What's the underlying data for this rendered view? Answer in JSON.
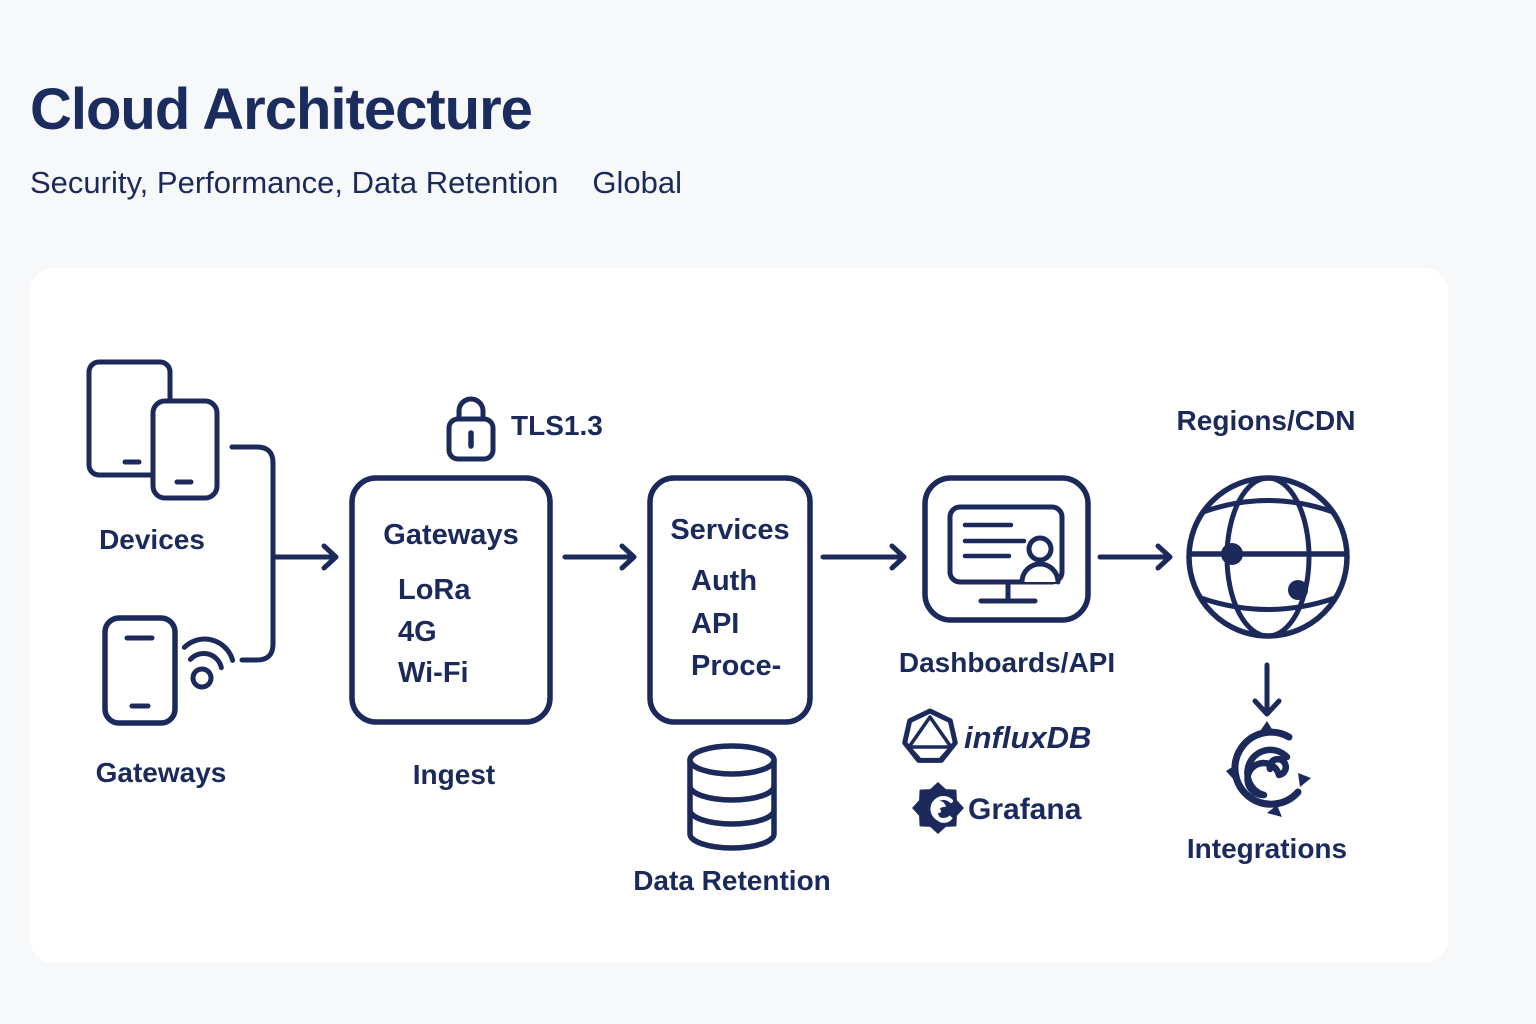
{
  "colors": {
    "background": "#f7f8f9",
    "panel": "#ffffff",
    "ink": "#1b2a5a",
    "title": "#1b2c5e"
  },
  "header": {
    "title": "Cloud Architecture",
    "subtitle_parts": [
      "Security, Performance, Data Retention",
      "Global"
    ]
  },
  "diagram": {
    "devices": {
      "label": "Devices"
    },
    "gateway_devices": {
      "label": "Gateways"
    },
    "tls": {
      "label": "TLS1.3"
    },
    "ingest_box": {
      "title": "Gateways",
      "items": [
        "LoRa",
        "4G",
        "Wi-Fi"
      ],
      "caption": "Ingest"
    },
    "services_box": {
      "title": "Services",
      "items": [
        "Auth",
        "API",
        "Proce-"
      ]
    },
    "data_retention": {
      "label": "Data Retention"
    },
    "dashboards": {
      "label": "Dashboards/API"
    },
    "influxdb": {
      "brand_italic": "influx",
      "brand_suffix": "DB"
    },
    "grafana": {
      "label": "Grafana"
    },
    "regions": {
      "label": "Regions/CDN"
    },
    "integrations": {
      "label": "Integrations"
    }
  }
}
